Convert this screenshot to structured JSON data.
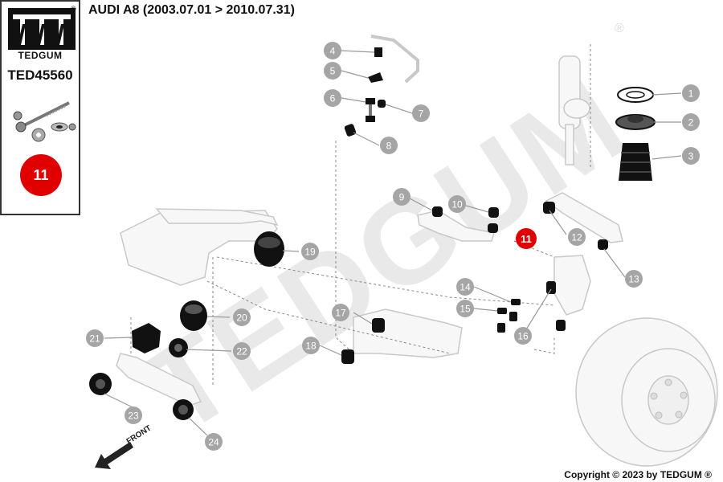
{
  "header": {
    "title": "AUDI A8 (2003.07.01 > 2010.07.31)"
  },
  "sidebar": {
    "brand": "TEDGUM",
    "registered_mark": "®",
    "part_number": "TED45560",
    "position_badge": "11",
    "logo_icon": "tedgum-logo-icon",
    "thumbnail_icon": "bolt-kit-icon"
  },
  "watermark": {
    "text": "TEDGUM",
    "registered_mark": "®"
  },
  "diagram": {
    "front_label": "FRONT",
    "callouts": [
      "1",
      "2",
      "3",
      "4",
      "5",
      "6",
      "7",
      "8",
      "9",
      "10",
      "11",
      "12",
      "13",
      "14",
      "15",
      "16",
      "17",
      "18",
      "19",
      "20",
      "21",
      "22",
      "23",
      "24"
    ],
    "highlighted_callout": "11"
  },
  "footer": {
    "copyright": "Copyright © 2023 by TEDGUM ®"
  },
  "colors": {
    "highlight": "#e00000",
    "callout": "#a5a5a5",
    "part": "#111111"
  }
}
